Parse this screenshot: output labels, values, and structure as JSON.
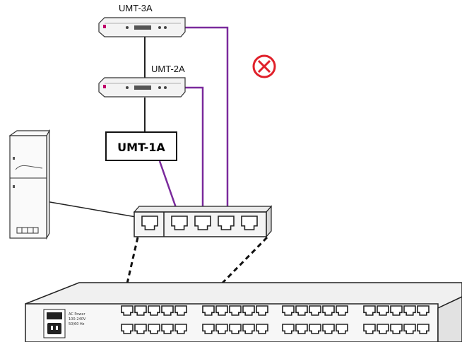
{
  "devices": {
    "umt3a": {
      "label": "UMT-3A"
    },
    "umt2a": {
      "label": "UMT-2A"
    },
    "umt1a": {
      "label": "UMT-1A"
    }
  },
  "status_icon": {
    "icon": "cross-in-circle-icon",
    "color": "#e0202a"
  },
  "colors": {
    "link": "#7a2a9c",
    "cable": "#222222"
  },
  "rack_panel_text": {
    "line1": "AC Power",
    "line2": "100-240V",
    "line3": "50/60 Hz"
  }
}
